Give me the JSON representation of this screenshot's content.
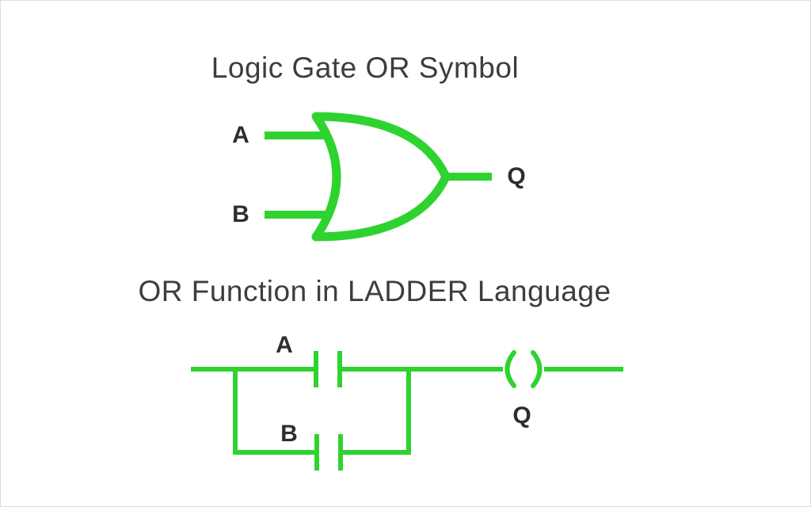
{
  "colors": {
    "accent_green": "#2fd32f",
    "text_dark": "#3d3d3d",
    "background": "#ffffff"
  },
  "gate_section": {
    "title": "Logic Gate OR Symbol",
    "labels": {
      "input_a": "A",
      "input_b": "B",
      "output": "Q"
    }
  },
  "ladder_section": {
    "title": "OR Function in LADDER Language",
    "labels": {
      "contact_a": "A",
      "contact_b": "B",
      "coil": "Q"
    }
  }
}
